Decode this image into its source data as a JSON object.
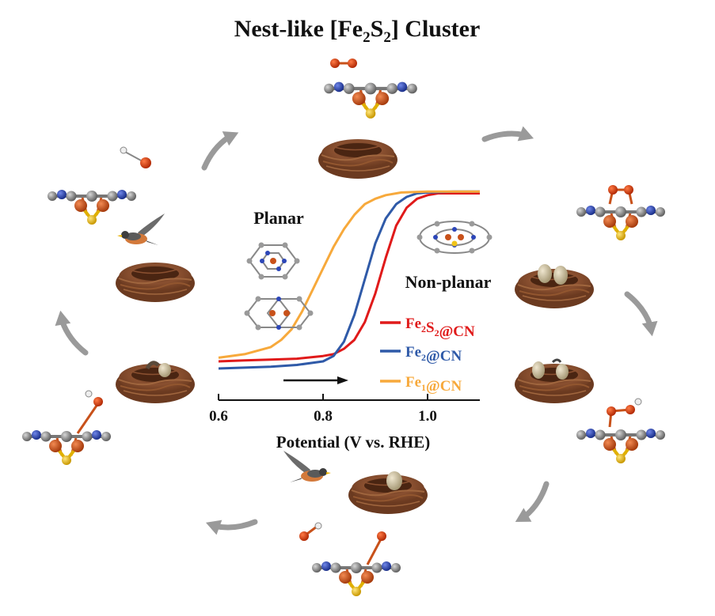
{
  "title": {
    "main": "Nest-like [Fe",
    "sub1": "2",
    "mid": "S",
    "sub2": "2",
    "end": "] Cluster"
  },
  "labels": {
    "planar": "Planar",
    "non_planar": "Non-planar"
  },
  "colors": {
    "red": "#e01a1a",
    "blue": "#2f5aa8",
    "orange": "#f7a93b",
    "fe": "#c8511a",
    "s": "#f0c419",
    "c": "#8a8a8a",
    "n": "#2c46b8",
    "o": "#d63a10",
    "arrow": "#9a9a9a",
    "nest": "#7a4526"
  },
  "icons": [
    "nest-icon",
    "bird-icon",
    "egg-icon",
    "molecule-icon",
    "cycle-arrow-icon"
  ],
  "chart_data": {
    "type": "line",
    "xlabel": "Potential (V vs. RHE)",
    "ylabel": "",
    "xlim": [
      0.6,
      1.1
    ],
    "ylim": [
      0,
      1
    ],
    "x_ticks": [
      "0.6",
      "0.8",
      "1.0"
    ],
    "x_tick_values": [
      0.6,
      0.8,
      1.0
    ],
    "series": [
      {
        "name": "Fe2S2@CN",
        "label_parts": [
          "Fe",
          "2",
          "S",
          "2",
          "@CN"
        ],
        "color": "#e01a1a",
        "x": [
          0.6,
          0.65,
          0.7,
          0.75,
          0.8,
          0.82,
          0.84,
          0.86,
          0.88,
          0.9,
          0.92,
          0.94,
          0.96,
          0.98,
          1.0,
          1.02,
          1.05,
          1.1
        ],
        "y": [
          0.04,
          0.045,
          0.05,
          0.055,
          0.07,
          0.08,
          0.11,
          0.16,
          0.26,
          0.42,
          0.62,
          0.8,
          0.9,
          0.95,
          0.97,
          0.98,
          0.98,
          0.98
        ]
      },
      {
        "name": "Fe2@CN",
        "label_parts": [
          "Fe",
          "2",
          "",
          "",
          "@CN"
        ],
        "color": "#2f5aa8",
        "x": [
          0.6,
          0.65,
          0.7,
          0.75,
          0.8,
          0.82,
          0.84,
          0.86,
          0.88,
          0.9,
          0.92,
          0.94,
          0.96,
          0.98,
          1.0,
          1.05,
          1.1
        ],
        "y": [
          0.0,
          0.005,
          0.01,
          0.02,
          0.04,
          0.07,
          0.15,
          0.3,
          0.5,
          0.7,
          0.84,
          0.92,
          0.96,
          0.98,
          0.985,
          0.99,
          0.99
        ]
      },
      {
        "name": "Fe1@CN",
        "label_parts": [
          "Fe",
          "1",
          "",
          "",
          "@CN"
        ],
        "color": "#f7a93b",
        "x": [
          0.6,
          0.65,
          0.7,
          0.72,
          0.74,
          0.76,
          0.78,
          0.8,
          0.82,
          0.84,
          0.86,
          0.88,
          0.9,
          0.92,
          0.95,
          1.0,
          1.1
        ],
        "y": [
          0.06,
          0.08,
          0.12,
          0.16,
          0.22,
          0.32,
          0.44,
          0.56,
          0.68,
          0.78,
          0.86,
          0.92,
          0.95,
          0.97,
          0.985,
          0.99,
          0.99
        ]
      }
    ],
    "annotation": "right-pointing arrow (scan direction)",
    "grid": false,
    "legend": "inside lower-right"
  }
}
